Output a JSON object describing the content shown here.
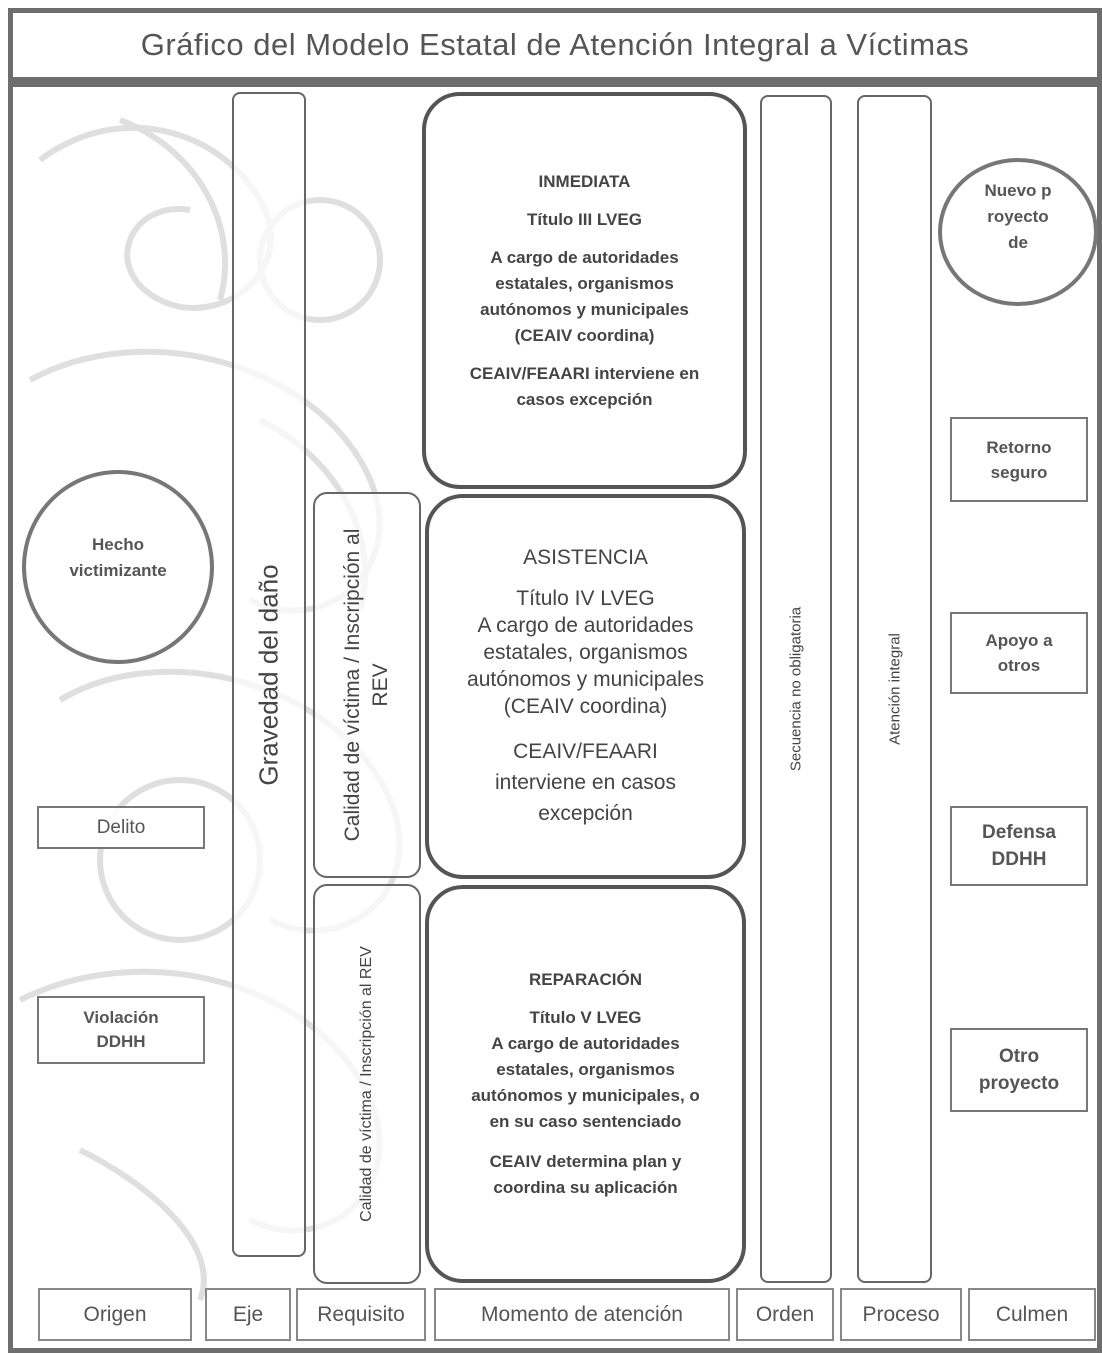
{
  "title": "Gráfico del Modelo Estatal de Atención Integral a Víctimas",
  "columns": {
    "gravedad": "Gravedad del daño",
    "calidad_asistencia": "Calidad de víctima / Inscripción al REV",
    "calidad_reparacion": "Calidad de víctima / Inscripción al REV",
    "secuencia": "Secuencia no obligatoria",
    "atencion": "Atención integral"
  },
  "moments": {
    "inmediata": {
      "heading": "INMEDIATA",
      "titulo": "Título III LVEG",
      "cargo": "A cargo de autoridades estatales, organismos autónomos y municipales (CEAIV coordina)",
      "interviene": "CEAIV/FEAARI interviene en casos excepción"
    },
    "asistencia": {
      "heading": "ASISTENCIA",
      "titulo": "Título IV LVEG",
      "cargo": "A cargo de autoridades estatales, organismos autónomos y municipales (CEAIV coordina)",
      "interviene": "CEAIV/FEAARI interviene en casos excepción"
    },
    "reparacion": {
      "heading": "REPARACIÓN",
      "titulo": "Título V LVEG",
      "cargo": "A cargo de autoridades estatales, organismos autónomos y municipales, o en su caso sentenciado",
      "plan": "CEAIV determina plan y coordina su aplicación"
    }
  },
  "origen": {
    "hecho": "Hecho victimizante",
    "delito": "Delito",
    "violacion": "Violación DDHH"
  },
  "culmen": {
    "nuevo": "Nuevo proyecto de",
    "retorno": "Retorno seguro",
    "apoyo": "Apoyo a otros",
    "defensa": "Defensa DDHH",
    "otro": "Otro proyecto"
  },
  "footer": [
    "Origen",
    "Eje",
    "Requisito",
    "Momento de atención",
    "Orden",
    "Proceso",
    "Culmen"
  ],
  "colors": {
    "frame": "#6e6e6e",
    "border": "#555555",
    "text": "#444444"
  }
}
